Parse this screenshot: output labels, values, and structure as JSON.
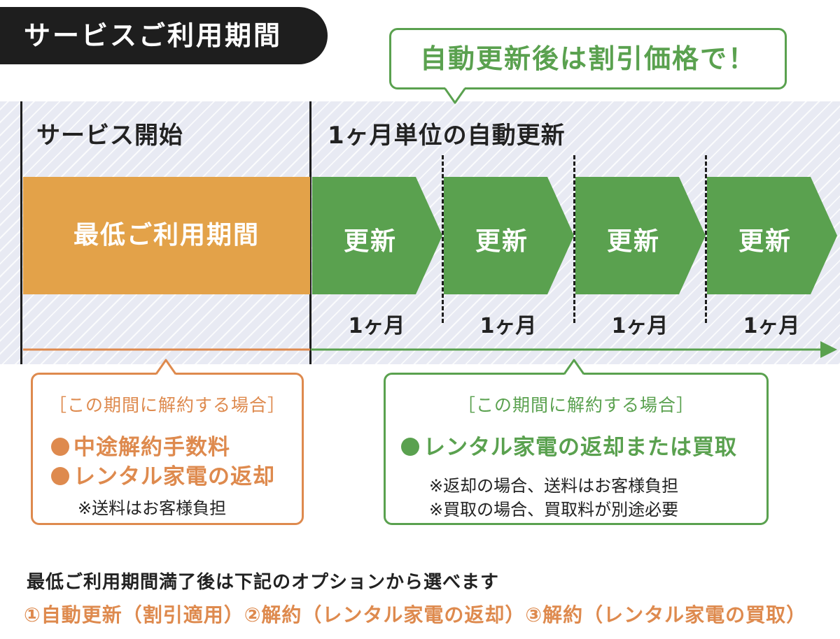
{
  "header": {
    "title": "サービスご利用期間"
  },
  "callout": {
    "text": "自動更新後は割引価格で！"
  },
  "timeline": {
    "start_label": "サービス開始",
    "renewal_label": "1ヶ月単位の自動更新",
    "min_period_label": "最低ご利用期間",
    "renewals": [
      {
        "label": "更新",
        "period": "1ヶ月"
      },
      {
        "label": "更新",
        "period": "1ヶ月"
      },
      {
        "label": "更新",
        "period": "1ヶ月"
      },
      {
        "label": "更新",
        "period": "1ヶ月"
      }
    ]
  },
  "box_min": {
    "heading": "［この期間に解約する場合］",
    "items": [
      "中途解約手数料",
      "レンタル家電の返却"
    ],
    "note": "※送料はお客様負担"
  },
  "box_renew": {
    "heading": "［この期間に解約する場合］",
    "items": [
      "レンタル家電の返却または買取"
    ],
    "notes": [
      "※返却の場合、送料はお客様負担",
      "※買取の場合、買取料が別途必要"
    ]
  },
  "footer": {
    "line1": "最低ご利用期間満了後は下記のオプションから選べます",
    "line2": "①自動更新（割引適用）②解約（レンタル家電の返却）③解約（レンタル家電の買取）"
  },
  "colors": {
    "orange": "#e3a249",
    "orange_text": "#de8a4e",
    "green": "#5aa14f",
    "dark": "#1e1e1e",
    "band": "#e8eaf3"
  }
}
